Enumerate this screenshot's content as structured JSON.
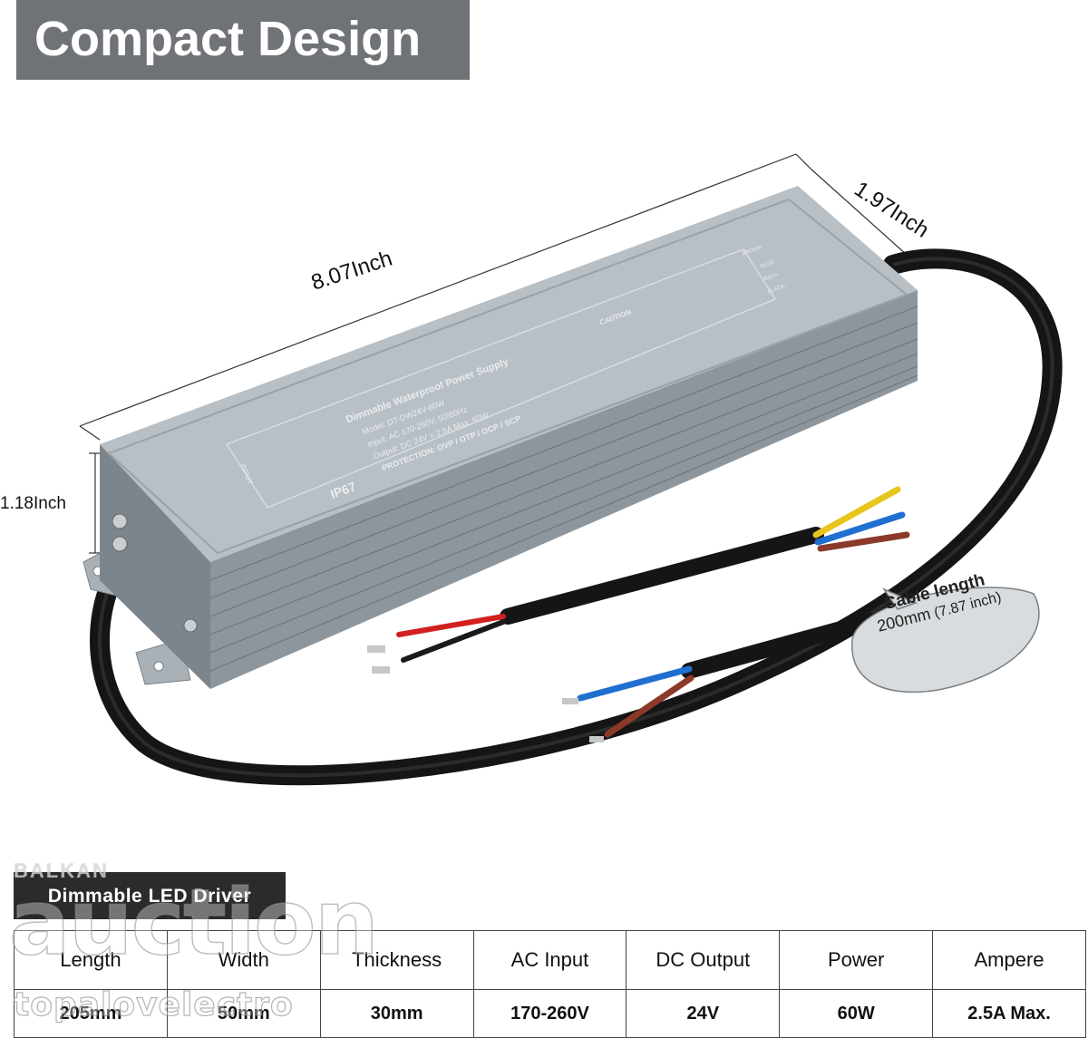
{
  "title": "Compact Design",
  "dimensions": {
    "length": "8.07Inch",
    "width": "1.97Inch",
    "thickness": "1.18Inch"
  },
  "product_label": {
    "name": "Dimmable Waterproof Power Supply",
    "model": "Model: DT-DW24V-60W",
    "input": "Input: AC 170-260V, 50/60Hz",
    "output": "Output: DC 24V = 2.5A Max. 60W",
    "protection": "PROTECTION: OVP / OTP / OCP / SCP",
    "rating": "IP67",
    "input_tag": "INPUT",
    "caution": "CAUTION",
    "wire_brown": "BROWN",
    "wire_blue": "BLUE",
    "wire_red": "RED+",
    "wire_black": "BLACK-"
  },
  "callout": {
    "line1": "Cable length",
    "line2": "200mm",
    "line3": "(7.87 inch)"
  },
  "spec_banner": "Dimmable LED Driver",
  "watermark": {
    "top": "BALKAN",
    "main": "auction",
    "site": "topalovelectro"
  },
  "spec_table": {
    "headers": [
      "Length",
      "Width",
      "Thickness",
      "AC Input",
      "DC Output",
      "Power",
      "Ampere"
    ],
    "values": [
      "205mm",
      "50mm",
      "30mm",
      "170-260V",
      "24V",
      "60W",
      "2.5A Max."
    ]
  },
  "colors": {
    "housing": "#9aa3ab",
    "cable": "#151515",
    "wire_red": "#d21f1f",
    "wire_blue": "#1f6fd0",
    "wire_brown": "#8b3a2a",
    "wire_yellow": "#e8c51a",
    "banner": "#6f7378"
  }
}
